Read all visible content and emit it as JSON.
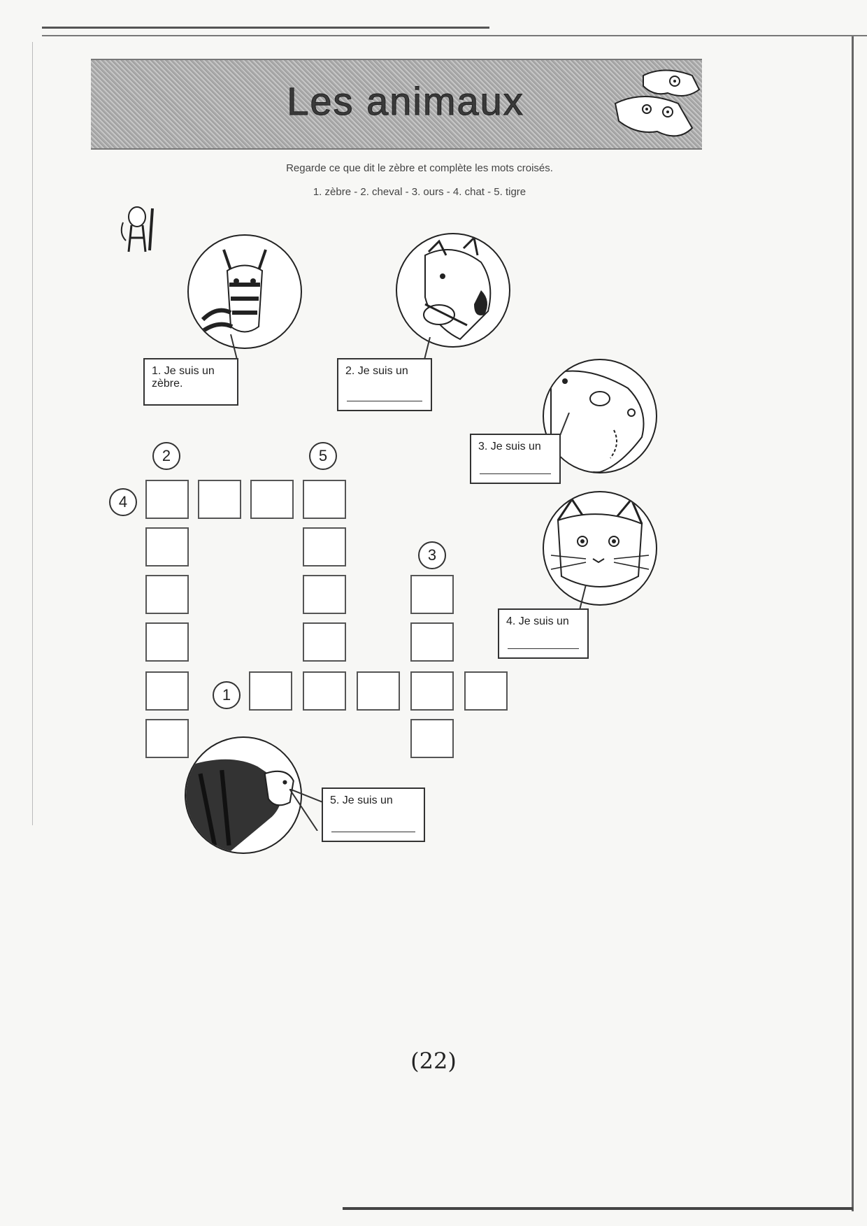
{
  "header": {
    "title": "Les animaux"
  },
  "instructions": "Regarde ce que dit le zèbre et complète les mots croisés.",
  "word_list": "1. zèbre - 2. cheval - 3. ours - 4. chat - 5. tigre",
  "bubbles": {
    "zebra": "1. Je suis un zèbre.",
    "horse": "2. Je suis un",
    "bear": "3. Je suis un",
    "cat": "4. Je suis un",
    "tiger": "5. Je suis un"
  },
  "clue_numbers": {
    "n1": "1",
    "n2": "2",
    "n3": "3",
    "n4": "4",
    "n5": "5"
  },
  "page_number": "(22)"
}
